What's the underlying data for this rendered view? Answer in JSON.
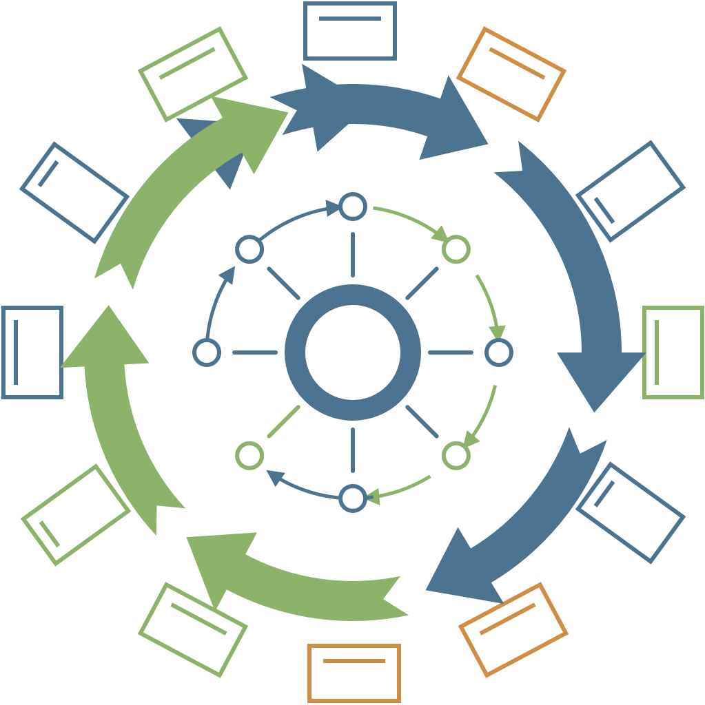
{
  "colors": {
    "blue": "#4c7390",
    "green": "#8db26a",
    "orange": "#cf8e46",
    "background": "#ffffff"
  },
  "outer_ring": {
    "arrows": [
      {
        "color": "blue"
      },
      {
        "color": "blue"
      },
      {
        "color": "blue"
      },
      {
        "color": "blue"
      },
      {
        "color": "green"
      },
      {
        "color": "green"
      },
      {
        "color": "green"
      },
      {
        "color": "blue"
      }
    ]
  },
  "cards": [
    {
      "color": "blue"
    },
    {
      "color": "orange"
    },
    {
      "color": "blue"
    },
    {
      "color": "green"
    },
    {
      "color": "blue"
    },
    {
      "color": "orange"
    },
    {
      "color": "orange"
    },
    {
      "color": "green"
    },
    {
      "color": "green"
    },
    {
      "color": "blue"
    },
    {
      "color": "blue"
    },
    {
      "color": "green"
    }
  ],
  "hub": {
    "color": "blue"
  },
  "satellite_nodes": [
    {
      "color": "blue"
    },
    {
      "color": "green"
    },
    {
      "color": "blue"
    },
    {
      "color": "green"
    },
    {
      "color": "blue"
    },
    {
      "color": "green"
    },
    {
      "color": "blue"
    },
    {
      "color": "blue"
    }
  ],
  "spokes": [
    {
      "color": "blue"
    },
    {
      "color": "blue"
    },
    {
      "color": "blue"
    },
    {
      "color": "blue"
    },
    {
      "color": "blue"
    },
    {
      "color": "green"
    },
    {
      "color": "blue"
    },
    {
      "color": "blue"
    }
  ],
  "inner_arrows": [
    {
      "color": "green"
    },
    {
      "color": "green"
    },
    {
      "color": "green"
    },
    {
      "color": "green"
    },
    {
      "color": "blue"
    },
    {
      "color": "blue"
    },
    {
      "color": "blue"
    }
  ]
}
